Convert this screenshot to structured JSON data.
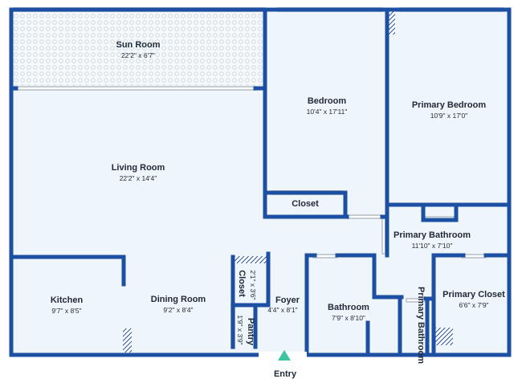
{
  "colors": {
    "wall": "#1d4fa3",
    "floor": "#eef5fb",
    "hatch": "#1d4fa3",
    "window": "#d8dfe6",
    "entry_marker": "#3cc4a0",
    "text": "#1f2a36"
  },
  "rooms": {
    "sun_room": {
      "name": "Sun Room",
      "dims": "22'2\" x 6'7\""
    },
    "living_room": {
      "name": "Living Room",
      "dims": "22'2\" x 14'4\""
    },
    "bedroom": {
      "name": "Bedroom",
      "dims": "10'4\" x 17'11\""
    },
    "bedroom_closet": {
      "name": "Closet"
    },
    "primary_bedroom": {
      "name": "Primary Bedroom",
      "dims": "10'9\" x 17'0\""
    },
    "primary_bathroom": {
      "name": "Primary Bathroom",
      "dims": "11'10\" x 7'10\""
    },
    "kitchen": {
      "name": "Kitchen",
      "dims": "9'7\" x 8'5\""
    },
    "dining_room": {
      "name": "Dining Room",
      "dims": "9'2\" x 8'4\""
    },
    "foyer_closet": {
      "name": "Closet",
      "dims": "2'1\" x 3'6\""
    },
    "pantry": {
      "name": "Pantry",
      "dims": "1'9\" x 3'9\""
    },
    "foyer": {
      "name": "Foyer",
      "dims": "4'4\" x 8'1\""
    },
    "bathroom": {
      "name": "Bathroom",
      "dims": "7'9\" x 8'10\""
    },
    "primary_bathroom_small": {
      "name": "Primary Bathroom"
    },
    "primary_closet": {
      "name": "Primary Closet",
      "dims": "6'6\" x 7'9\""
    }
  },
  "entry": {
    "label": "Entry"
  }
}
